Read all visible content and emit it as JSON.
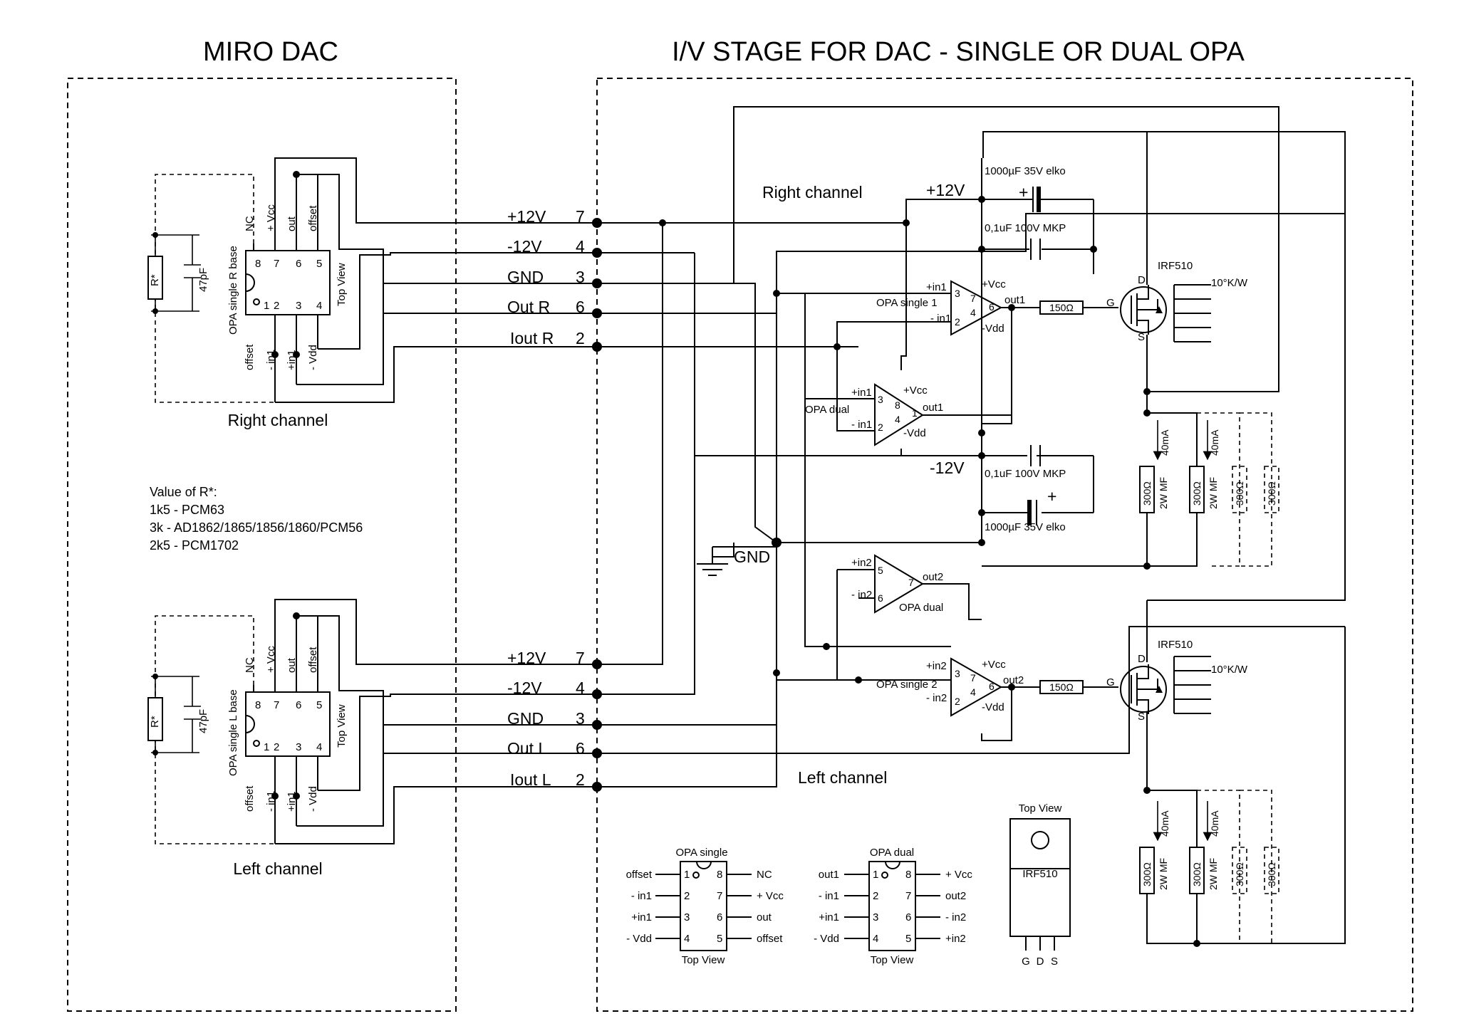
{
  "titles": {
    "left": "MIRO DAC",
    "right": "I/V STAGE FOR DAC - SINGLE OR  DUAL OPA"
  },
  "dac": {
    "right_channel_label": "Right channel",
    "left_channel_label": "Left channel",
    "base_r": "OPA single R base",
    "base_l": "OPA single L base",
    "top_view": "Top View",
    "pins_top": [
      "NC",
      "+ Vcc",
      "out",
      "offset"
    ],
    "pins_top_nums": [
      "8",
      "7",
      "6",
      "5"
    ],
    "pins_bottom": [
      "offset",
      "- in1",
      "+in1",
      "- Vdd"
    ],
    "pins_bottom_nums": [
      "1",
      "2",
      "3",
      "4"
    ],
    "resistor": "R*",
    "capacitor": "47pF",
    "rvalue_title": "Value of R*:",
    "rvalue_lines": [
      "1k5 - PCM63",
      "3k - AD1862/1865/1856/1860/PCM56",
      "2k5 - PCM1702"
    ]
  },
  "connector": {
    "right": [
      {
        "label": "+12V",
        "num": "7"
      },
      {
        "label": "-12V",
        "num": "4"
      },
      {
        "label": "GND",
        "num": "3"
      },
      {
        "label": "Out R",
        "num": "6"
      },
      {
        "label": "Iout R",
        "num": "2"
      }
    ],
    "left": [
      {
        "label": "+12V",
        "num": "7"
      },
      {
        "label": "-12V",
        "num": "4"
      },
      {
        "label": "GND",
        "num": "3"
      },
      {
        "label": "Out L",
        "num": "6"
      },
      {
        "label": "Iout L",
        "num": "2"
      }
    ]
  },
  "stage": {
    "right_channel": "Right channel",
    "left_channel": "Left channel",
    "plus12": "+12V",
    "minus12": "-12V",
    "gnd": "GND",
    "elko": "1000µF 35V elko",
    "mkp": "0,1uF 100V MKP",
    "plus": "+",
    "opa_single1": "OPA single 1",
    "opa_single2": "OPA single 2",
    "opa_dual": "OPA dual",
    "in1p": "+in1",
    "in1m": "- in1",
    "in2p": "+in2",
    "in2m": "- in2",
    "vcc": "+Vcc",
    "vdd": "-Vdd",
    "out1": "out1",
    "out2": "out2",
    "r150": "150Ω",
    "mosfet": "IRF510",
    "heatsink": "10°K/W",
    "g": "G",
    "d": "D",
    "s": "S",
    "r300": "300Ω",
    "r300note": "2W MF",
    "current": "40mA"
  },
  "legend": {
    "single_title": "OPA single",
    "single_left": [
      "offset",
      "- in1",
      "+in1",
      "- Vdd"
    ],
    "single_right": [
      "NC",
      "+ Vcc",
      "out",
      "offset"
    ],
    "dual_title": "OPA dual",
    "dual_left": [
      "out1",
      "- in1",
      "+in1",
      "- Vdd"
    ],
    "dual_right": [
      "+ Vcc",
      "out2",
      "- in2",
      "+in2"
    ],
    "left_nums": [
      "1",
      "2",
      "3",
      "4"
    ],
    "right_nums": [
      "8",
      "7",
      "6",
      "5"
    ],
    "top_view": "Top View",
    "irf_top_view": "Top View",
    "irf_name": "IRF510",
    "irf_pins": [
      "G",
      "D",
      "S"
    ]
  }
}
